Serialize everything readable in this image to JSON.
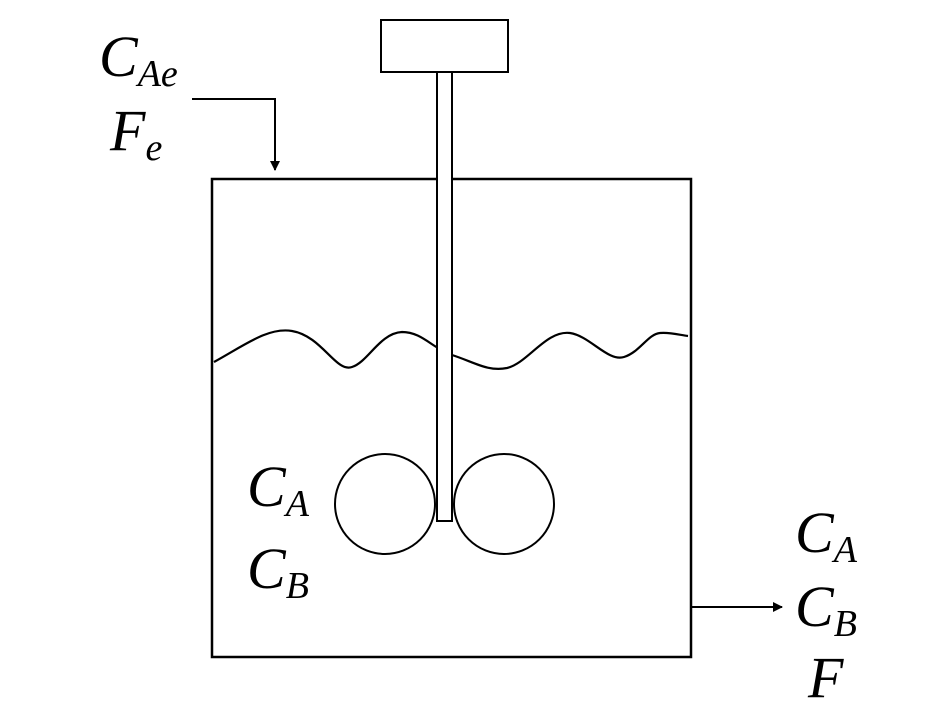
{
  "inlet": {
    "concentration": {
      "symbol": "C",
      "subscript": "Ae"
    },
    "flow": {
      "symbol": "F",
      "subscript": "e"
    }
  },
  "tank": {
    "concentration_a": {
      "symbol": "C",
      "subscript": "A"
    },
    "concentration_b": {
      "symbol": "C",
      "subscript": "B"
    }
  },
  "outlet": {
    "concentration_a": {
      "symbol": "C",
      "subscript": "A"
    },
    "concentration_b": {
      "symbol": "C",
      "subscript": "B"
    },
    "flow": {
      "symbol": "F"
    }
  },
  "colors": {
    "line": "#000000",
    "background": "#ffffff"
  }
}
